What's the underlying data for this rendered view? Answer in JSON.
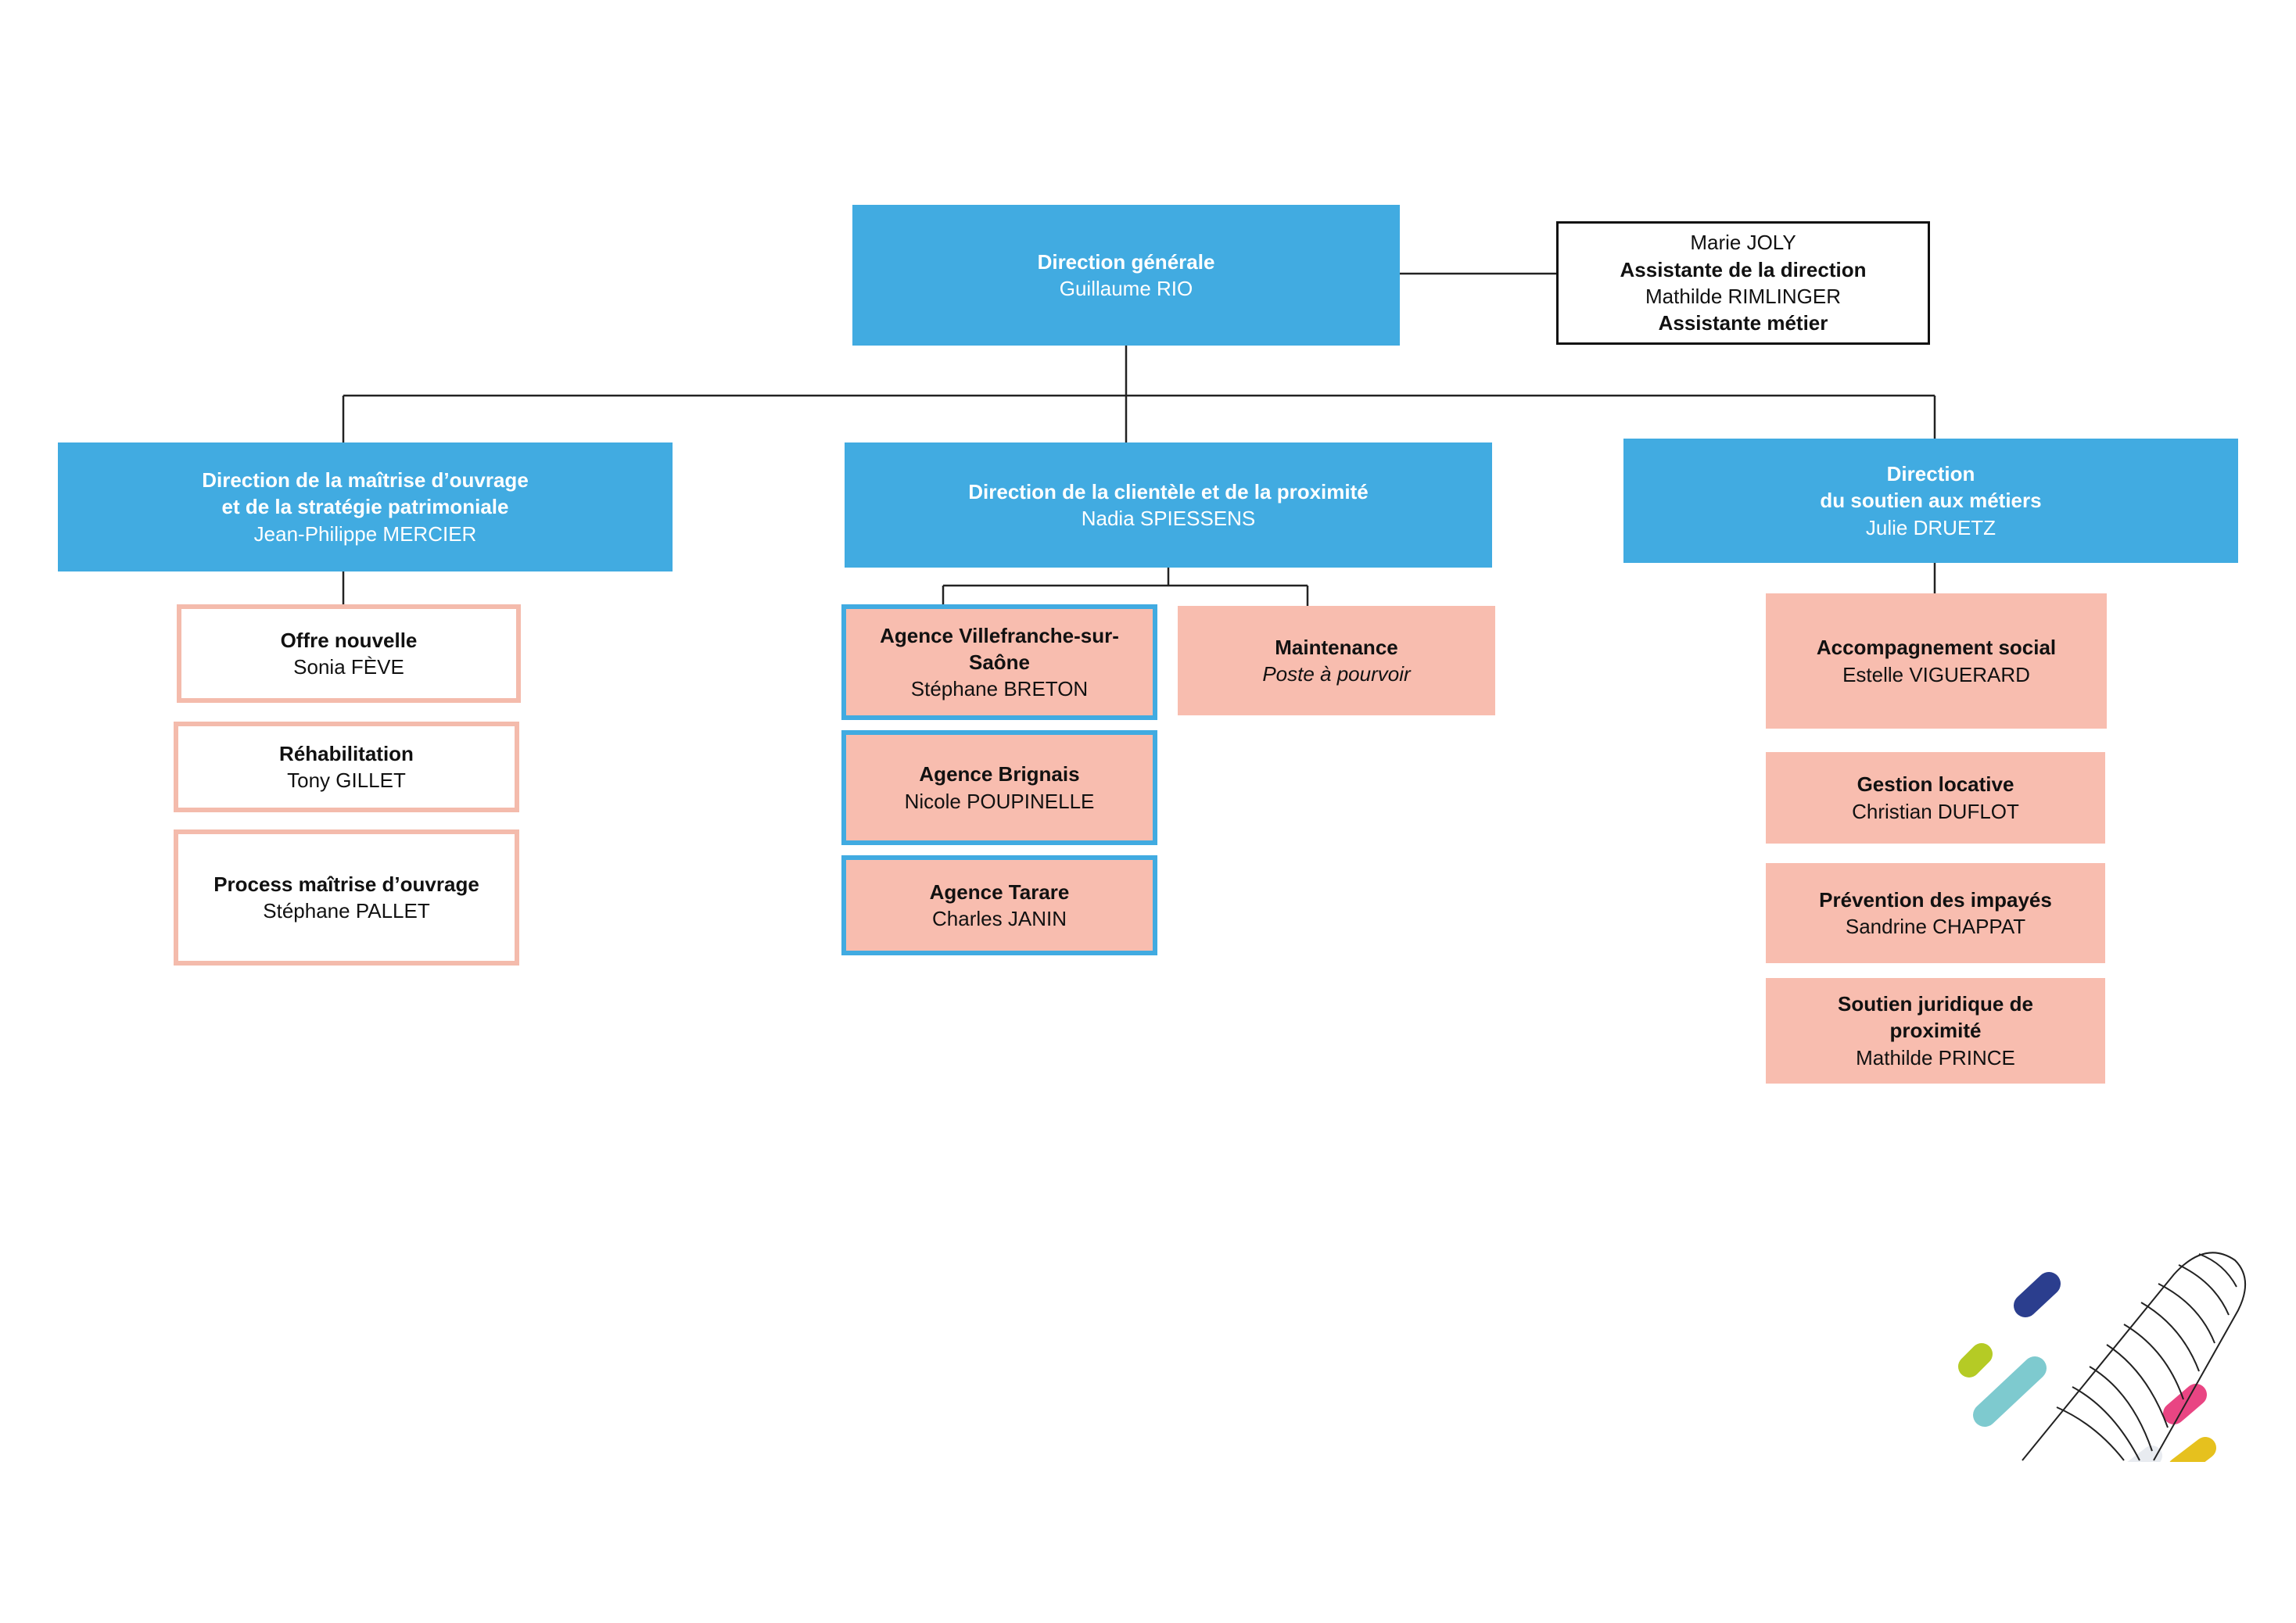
{
  "dg": {
    "title": "Direction générale",
    "name": "Guillaume RIO"
  },
  "assist": {
    "name1": "Marie JOLY",
    "role1": "Assistante de la direction",
    "name2": "Mathilde RIMLINGER",
    "role2": "Assistante métier"
  },
  "d1": {
    "title_line1": "Direction de la maîtrise d’ouvrage",
    "title_line2": "et de la stratégie patrimoniale",
    "name": "Jean-Philippe MERCIER",
    "units": [
      {
        "title": "Offre nouvelle",
        "name": "Sonia FÈVE"
      },
      {
        "title": "Réhabilitation",
        "name": "Tony GILLET"
      },
      {
        "title": "Process maîtrise d’ouvrage",
        "name": "Stéphane PALLET"
      }
    ]
  },
  "d2": {
    "title": "Direction de la clientèle et de la proximité",
    "name": "Nadia SPIESSENS",
    "agencies": [
      {
        "title_line1": "Agence Villefranche-sur-",
        "title_line2": "Saône",
        "name": "Stéphane BRETON"
      },
      {
        "title": "Agence Brignais",
        "name": "Nicole POUPINELLE"
      },
      {
        "title": "Agence Tarare",
        "name": "Charles JANIN"
      }
    ],
    "maintenance": {
      "title": "Maintenance",
      "name": "Poste à pourvoir"
    }
  },
  "d3": {
    "title_line1": "Direction",
    "title_line2": "du soutien aux métiers",
    "name": "Julie DRUETZ",
    "units": [
      {
        "title": "Accompagnement social",
        "name": "Estelle VIGUERARD"
      },
      {
        "title": "Gestion locative",
        "name": "Christian DUFLOT"
      },
      {
        "title": "Prévention des impayés",
        "name": "Sandrine CHAPPAT"
      },
      {
        "title_line1": "Soutien juridique de",
        "title_line2": "proximité",
        "name": "Mathilde PRINCE"
      }
    ]
  },
  "colors": {
    "blue": "#41ABE1",
    "salmon": "#F8BDAF",
    "salmon_border": "#F4BBAC"
  }
}
